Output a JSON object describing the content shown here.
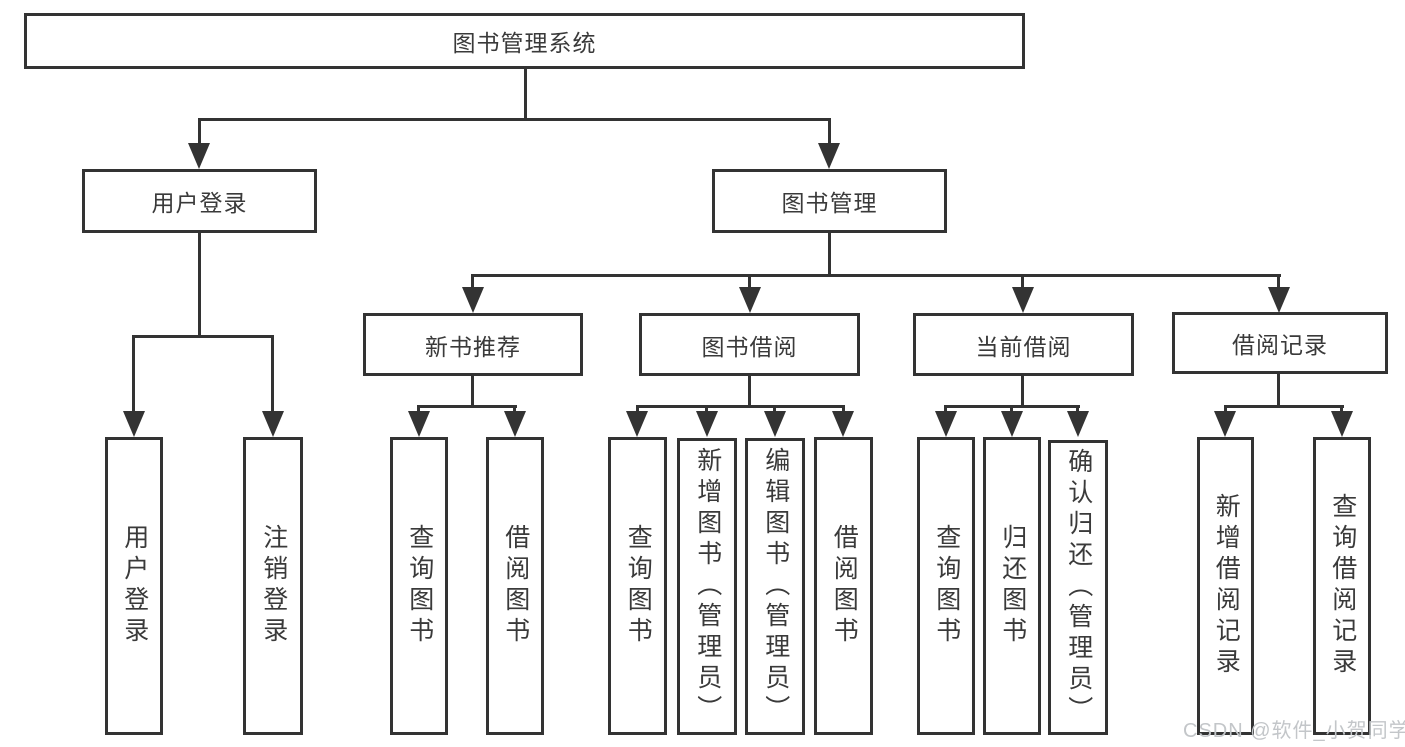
{
  "diagram_title": "图书管理系统",
  "root": {
    "label": "图书管理系统"
  },
  "branches": {
    "user_login": {
      "label": "用户登录",
      "children": [
        "用户登录",
        "注销登录"
      ]
    },
    "book_mgmt": {
      "label": "图书管理",
      "sections": {
        "new_book": {
          "label": "新书推荐",
          "children": [
            "查询图书",
            "借阅图书"
          ]
        },
        "book_borrow": {
          "label": "图书借阅",
          "children": [
            "查询图书",
            "新增图书（管理员）",
            "编辑图书（管理员）",
            "借阅图书"
          ]
        },
        "current_borrow": {
          "label": "当前借阅",
          "children": [
            "查询图书",
            "归还图书",
            "确认归还（管理员）"
          ]
        },
        "borrow_record": {
          "label": "借阅记录",
          "children": [
            "新增借阅记录",
            "查询借阅记录"
          ]
        }
      }
    }
  },
  "watermark": "CSDN @软件_小贺同学",
  "colors": {
    "line": "#333333",
    "text": "#3a3a3a",
    "background": "#ffffff",
    "watermark": "#c3c6c9"
  }
}
